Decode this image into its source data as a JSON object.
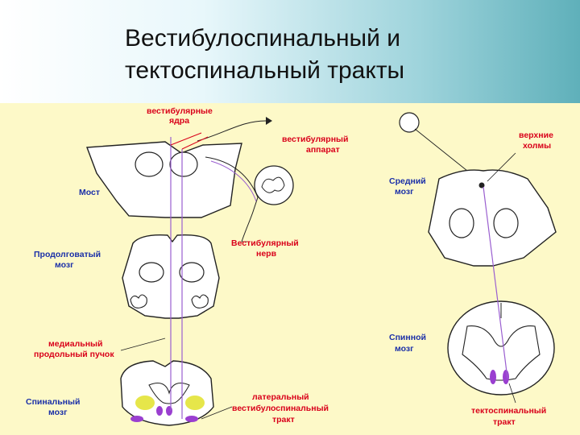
{
  "title": {
    "line1": "Вестибулоспинальный и",
    "line2": "тектоспинальный тракты"
  },
  "colors": {
    "background": "#fdf9c8",
    "label_red": "#d9001a",
    "label_blue": "#1a2fa8",
    "tract": "#9a5fd0",
    "nucleus_fill": "#e6e64a",
    "purple_fill": "#9a3fd0"
  },
  "labels": {
    "vest_nuclei_1": "вестибулярные",
    "vest_nuclei_2": "ядра",
    "vest_apparatus_1": "вестибулярный",
    "vest_apparatus_2": "аппарат",
    "pons": "Мост",
    "medulla_1": "Продолговатый",
    "medulla_2": "мозг",
    "vest_nerve_1": "Вестибулярный",
    "vest_nerve_2": "нерв",
    "mlf_1": "медиальный",
    "mlf_2": "продольный пучок",
    "spinal_left_1": "Спинальный",
    "spinal_left_2": "мозг",
    "lat_vest_1": "латеральный",
    "lat_vest_2": "вестибулоспинальный",
    "lat_vest_3": "тракт",
    "sup_colliculi_1": "верхние",
    "sup_colliculi_2": "холмы",
    "midbrain_1": "Средний",
    "midbrain_2": "мозг",
    "spinal_right_1": "Спинной",
    "spinal_right_2": "мозг",
    "tectospinal_1": "тектоспинальный",
    "tectospinal_2": "тракт"
  }
}
